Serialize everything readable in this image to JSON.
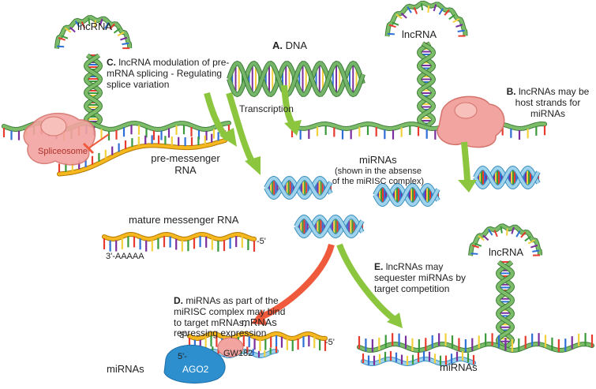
{
  "labels": {
    "lncrna_top_left": "lncRNA",
    "lncrna_top_right": "lncRNA",
    "lncrna_bottom_right": "lncRNA",
    "panel_a_letter": "A.",
    "panel_a_text": "DNA",
    "panel_b_letter": "B.",
    "panel_b_text": "lncRNAs may be host strands for miRNAs",
    "panel_c_letter": "C.",
    "panel_c_text": "lncRNA modulation of pre-mRNA splicing - Regulating splice variation",
    "panel_d_letter": "D.",
    "panel_d_text": "miRNAs as part of the miRISC complex may bind to target mRNAs, repressing expression",
    "panel_e_letter": "E.",
    "panel_e_text": "lncRNAs may sequester miRNAs by target competition",
    "transcription": "Transcription",
    "pre_mrna": "pre-messenger RNA",
    "mature_mrna": "mature messenger RNA",
    "mirnas_center_title": "miRNAs",
    "mirnas_center_sub": "(shown in the absense of the miRISC complex)",
    "spliceosome": "Spliceosome",
    "mrnas_bottom": "mRNAs",
    "mirnas_bottom_left": "miRNAs",
    "mirnas_bottom_right": "miRNAs",
    "ago2": "AGO2",
    "gw182": "GW182",
    "three_prime_polya": "3'-AAAAA",
    "five_prime_mature": "-5'",
    "three_prime_d": "3'-",
    "five_prime_d_left": "5'-",
    "five_prime_d_right": "-5'"
  },
  "colors": {
    "lncrna_green": "#7dbd6a",
    "lncrna_dark": "#3f7e3a",
    "dna_green": "#74b56a",
    "mirna_blue": "#9fd3ec",
    "mirna_dark": "#3a8fbf",
    "mrna_yellow": "#f5b81f",
    "mrna_dark": "#b37800",
    "arrow_green": "#8cc63f",
    "arrow_red": "#ef5a3c",
    "ago2_blue": "#2e8fcf",
    "protein_pink": "#f2a4a0",
    "base_colors": [
      "#e63b2e",
      "#f2d03b",
      "#2f6fd6",
      "#3a9a3a",
      "#7b2e9e"
    ]
  }
}
